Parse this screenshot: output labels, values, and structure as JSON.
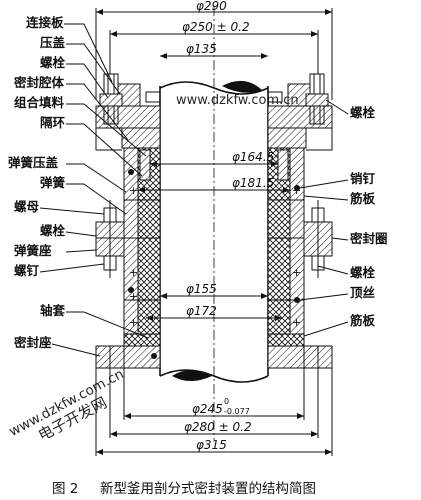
{
  "labels_left": [
    "连接板",
    "压盖",
    "螺栓",
    "密封腔体",
    "组合填料",
    "隔环",
    "弹簧压盖",
    "弹簧",
    "螺母",
    "螺栓",
    "弹簧座",
    "螺钉",
    "轴套",
    "密封座"
  ],
  "labels_right": [
    "螺栓",
    "销钉",
    "筋板",
    "密封圈",
    "螺栓",
    "顶丝",
    "筋板"
  ],
  "dimensions": {
    "d290": "φ290",
    "d250": "φ250 ± 0.2",
    "d135": "φ135",
    "d164": "φ164.5",
    "d181": "φ181.5",
    "d155": "φ155",
    "d172": "φ172",
    "d245": "φ245",
    "d245_tol_upper": "0",
    "d245_tol_lower": "-0.077",
    "d280": "φ280 ± 0.2",
    "d315": "φ315"
  },
  "watermarks": {
    "top": "www.dzkfw.com.cn",
    "bottom_url": "www.dzkfw.com.cn",
    "bottom_name": "电子开发网"
  },
  "caption": {
    "number": "图 2",
    "text": "新型釜用剖分式密封装置的结构简图"
  }
}
